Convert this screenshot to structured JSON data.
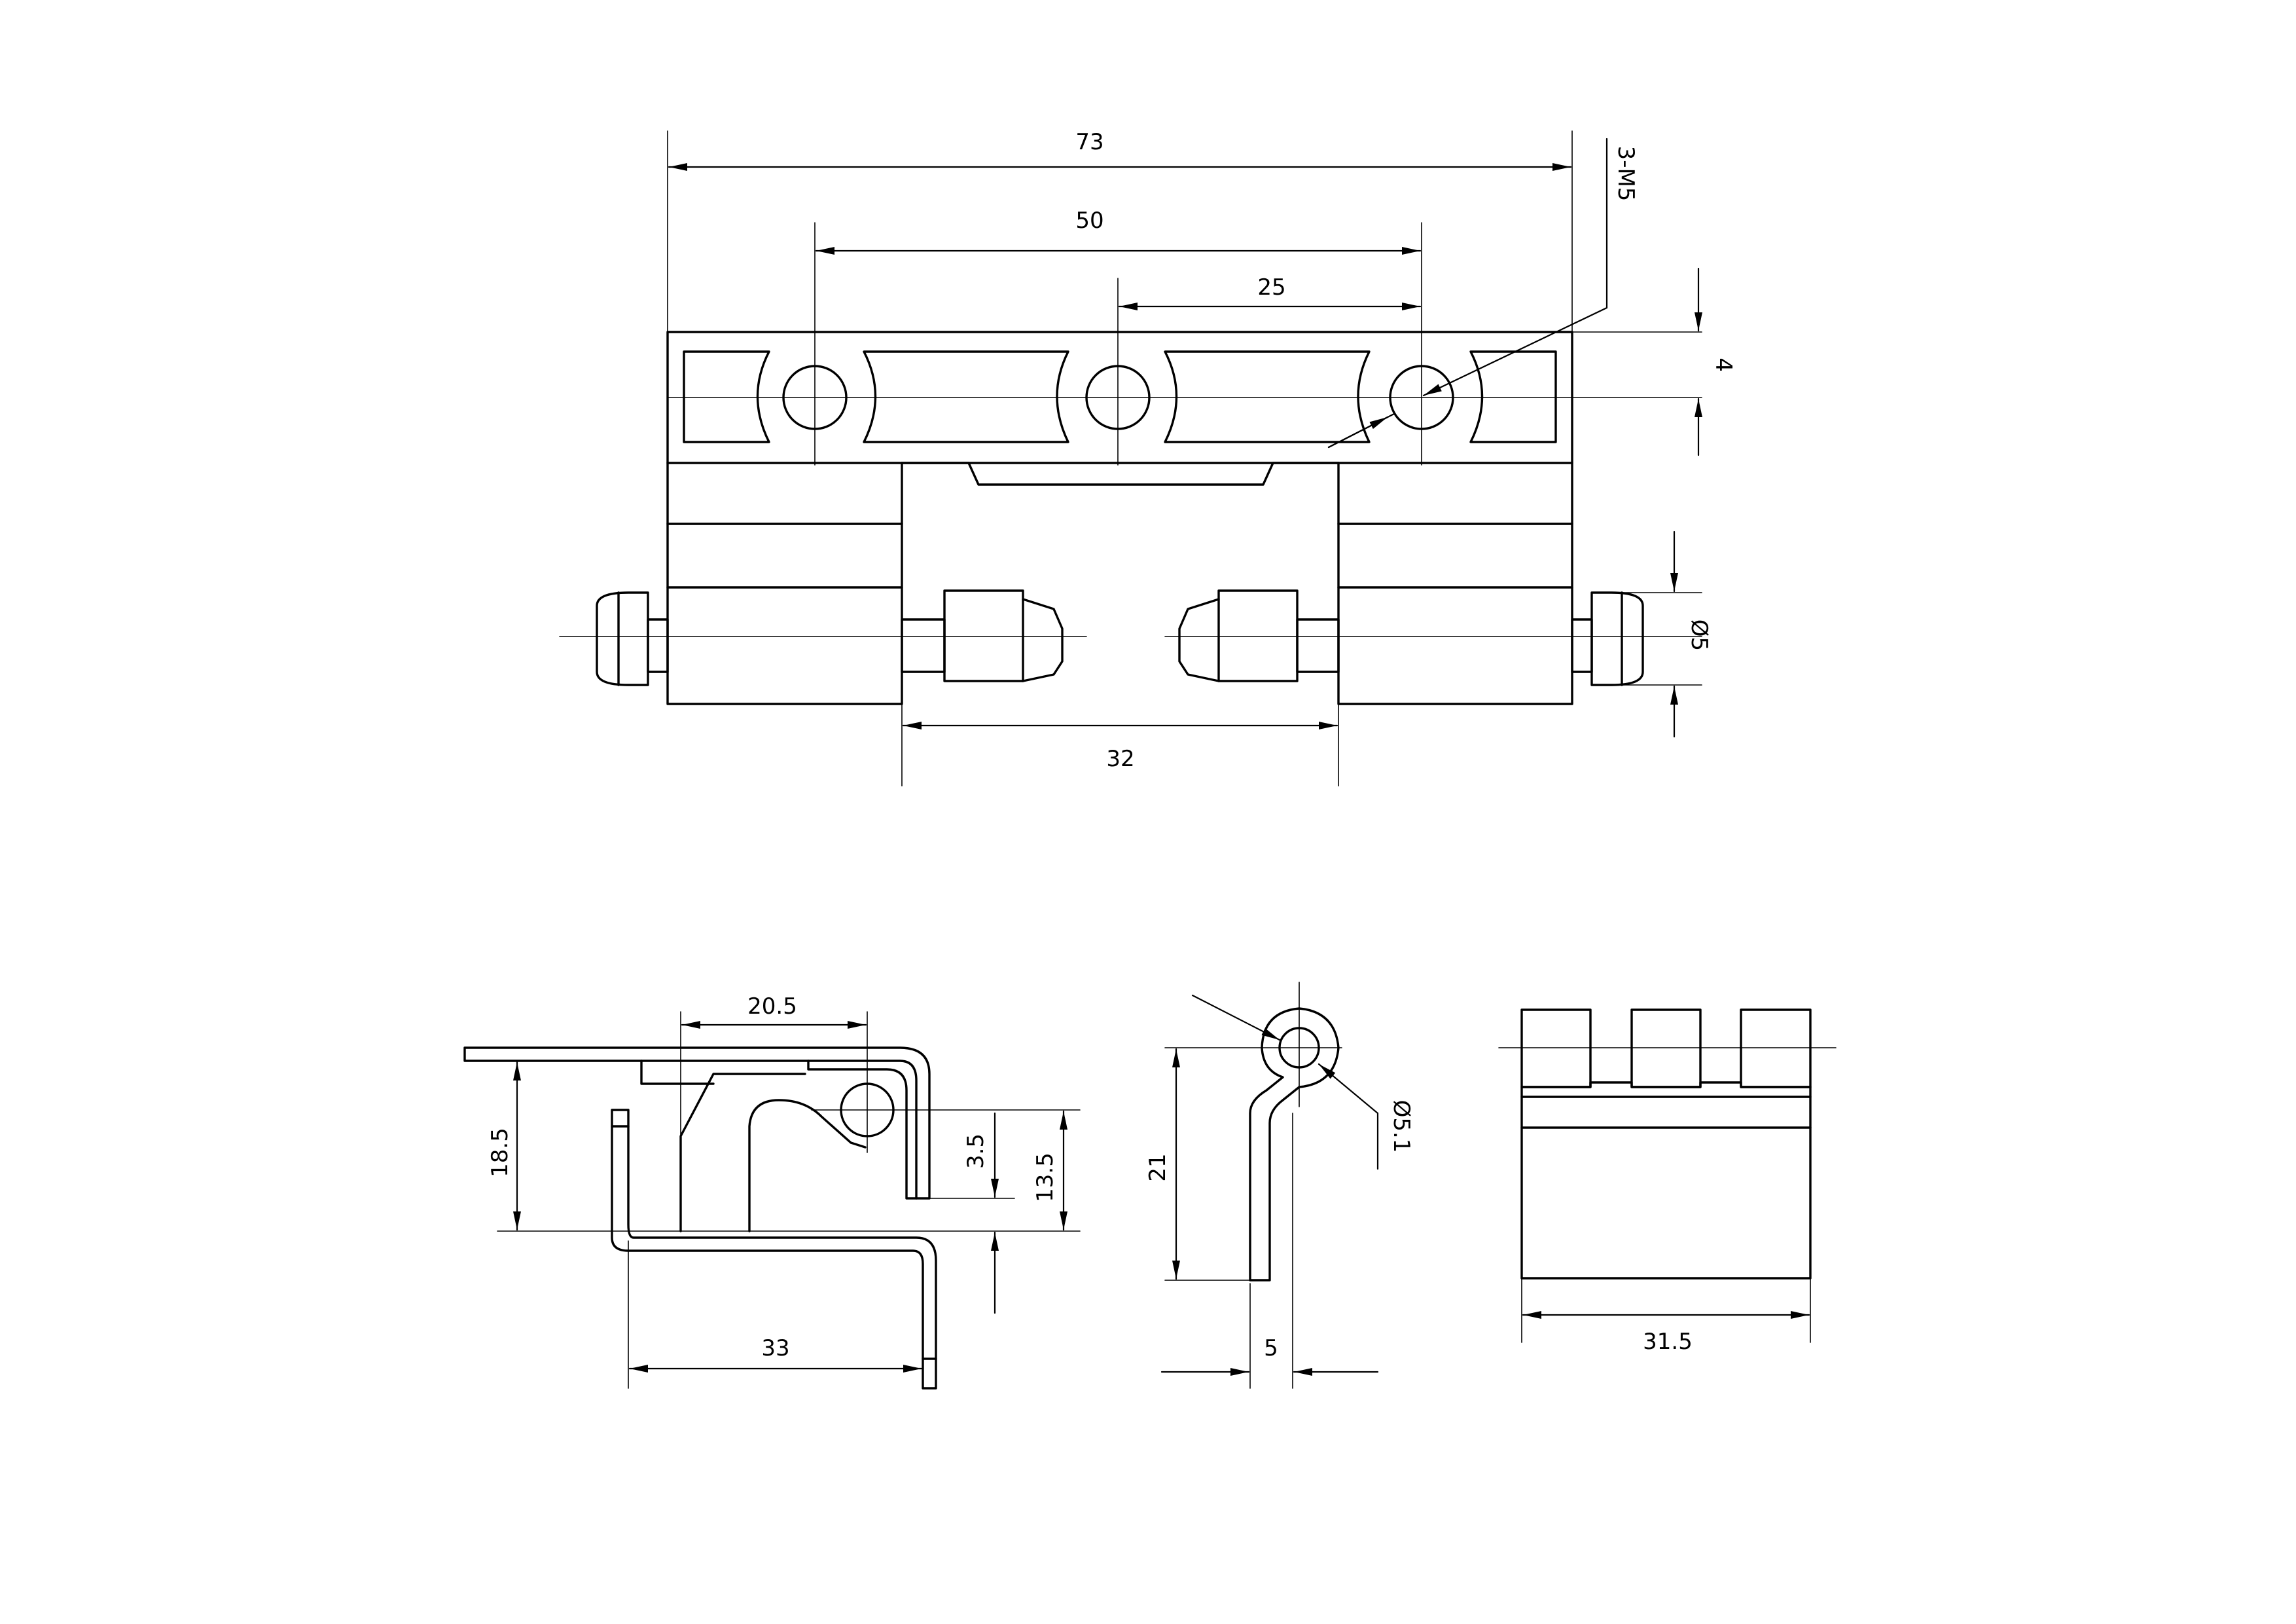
{
  "colors": {
    "line": "#000000",
    "background": "#ffffff"
  },
  "top_view": {
    "dim_overall_length": "73",
    "dim_outer_hole_spacing": "50",
    "dim_hole_pitch": "25",
    "thread_callout": "3-M5",
    "dim_hole_edge_offset": "4",
    "dim_pin_diameter": "Ø5",
    "dim_knuckle_gap": "32"
  },
  "side_view": {
    "dim_pivot_offset": "20.5",
    "dim_height": "18.5",
    "dim_small_step": "3.5",
    "dim_pivot_height": "13.5",
    "dim_base_length": "33"
  },
  "end_view": {
    "dim_eye_diameter": "Ø5.1",
    "dim_leg_height": "21",
    "dim_thickness": "5"
  },
  "front_view": {
    "dim_width": "31.5"
  }
}
